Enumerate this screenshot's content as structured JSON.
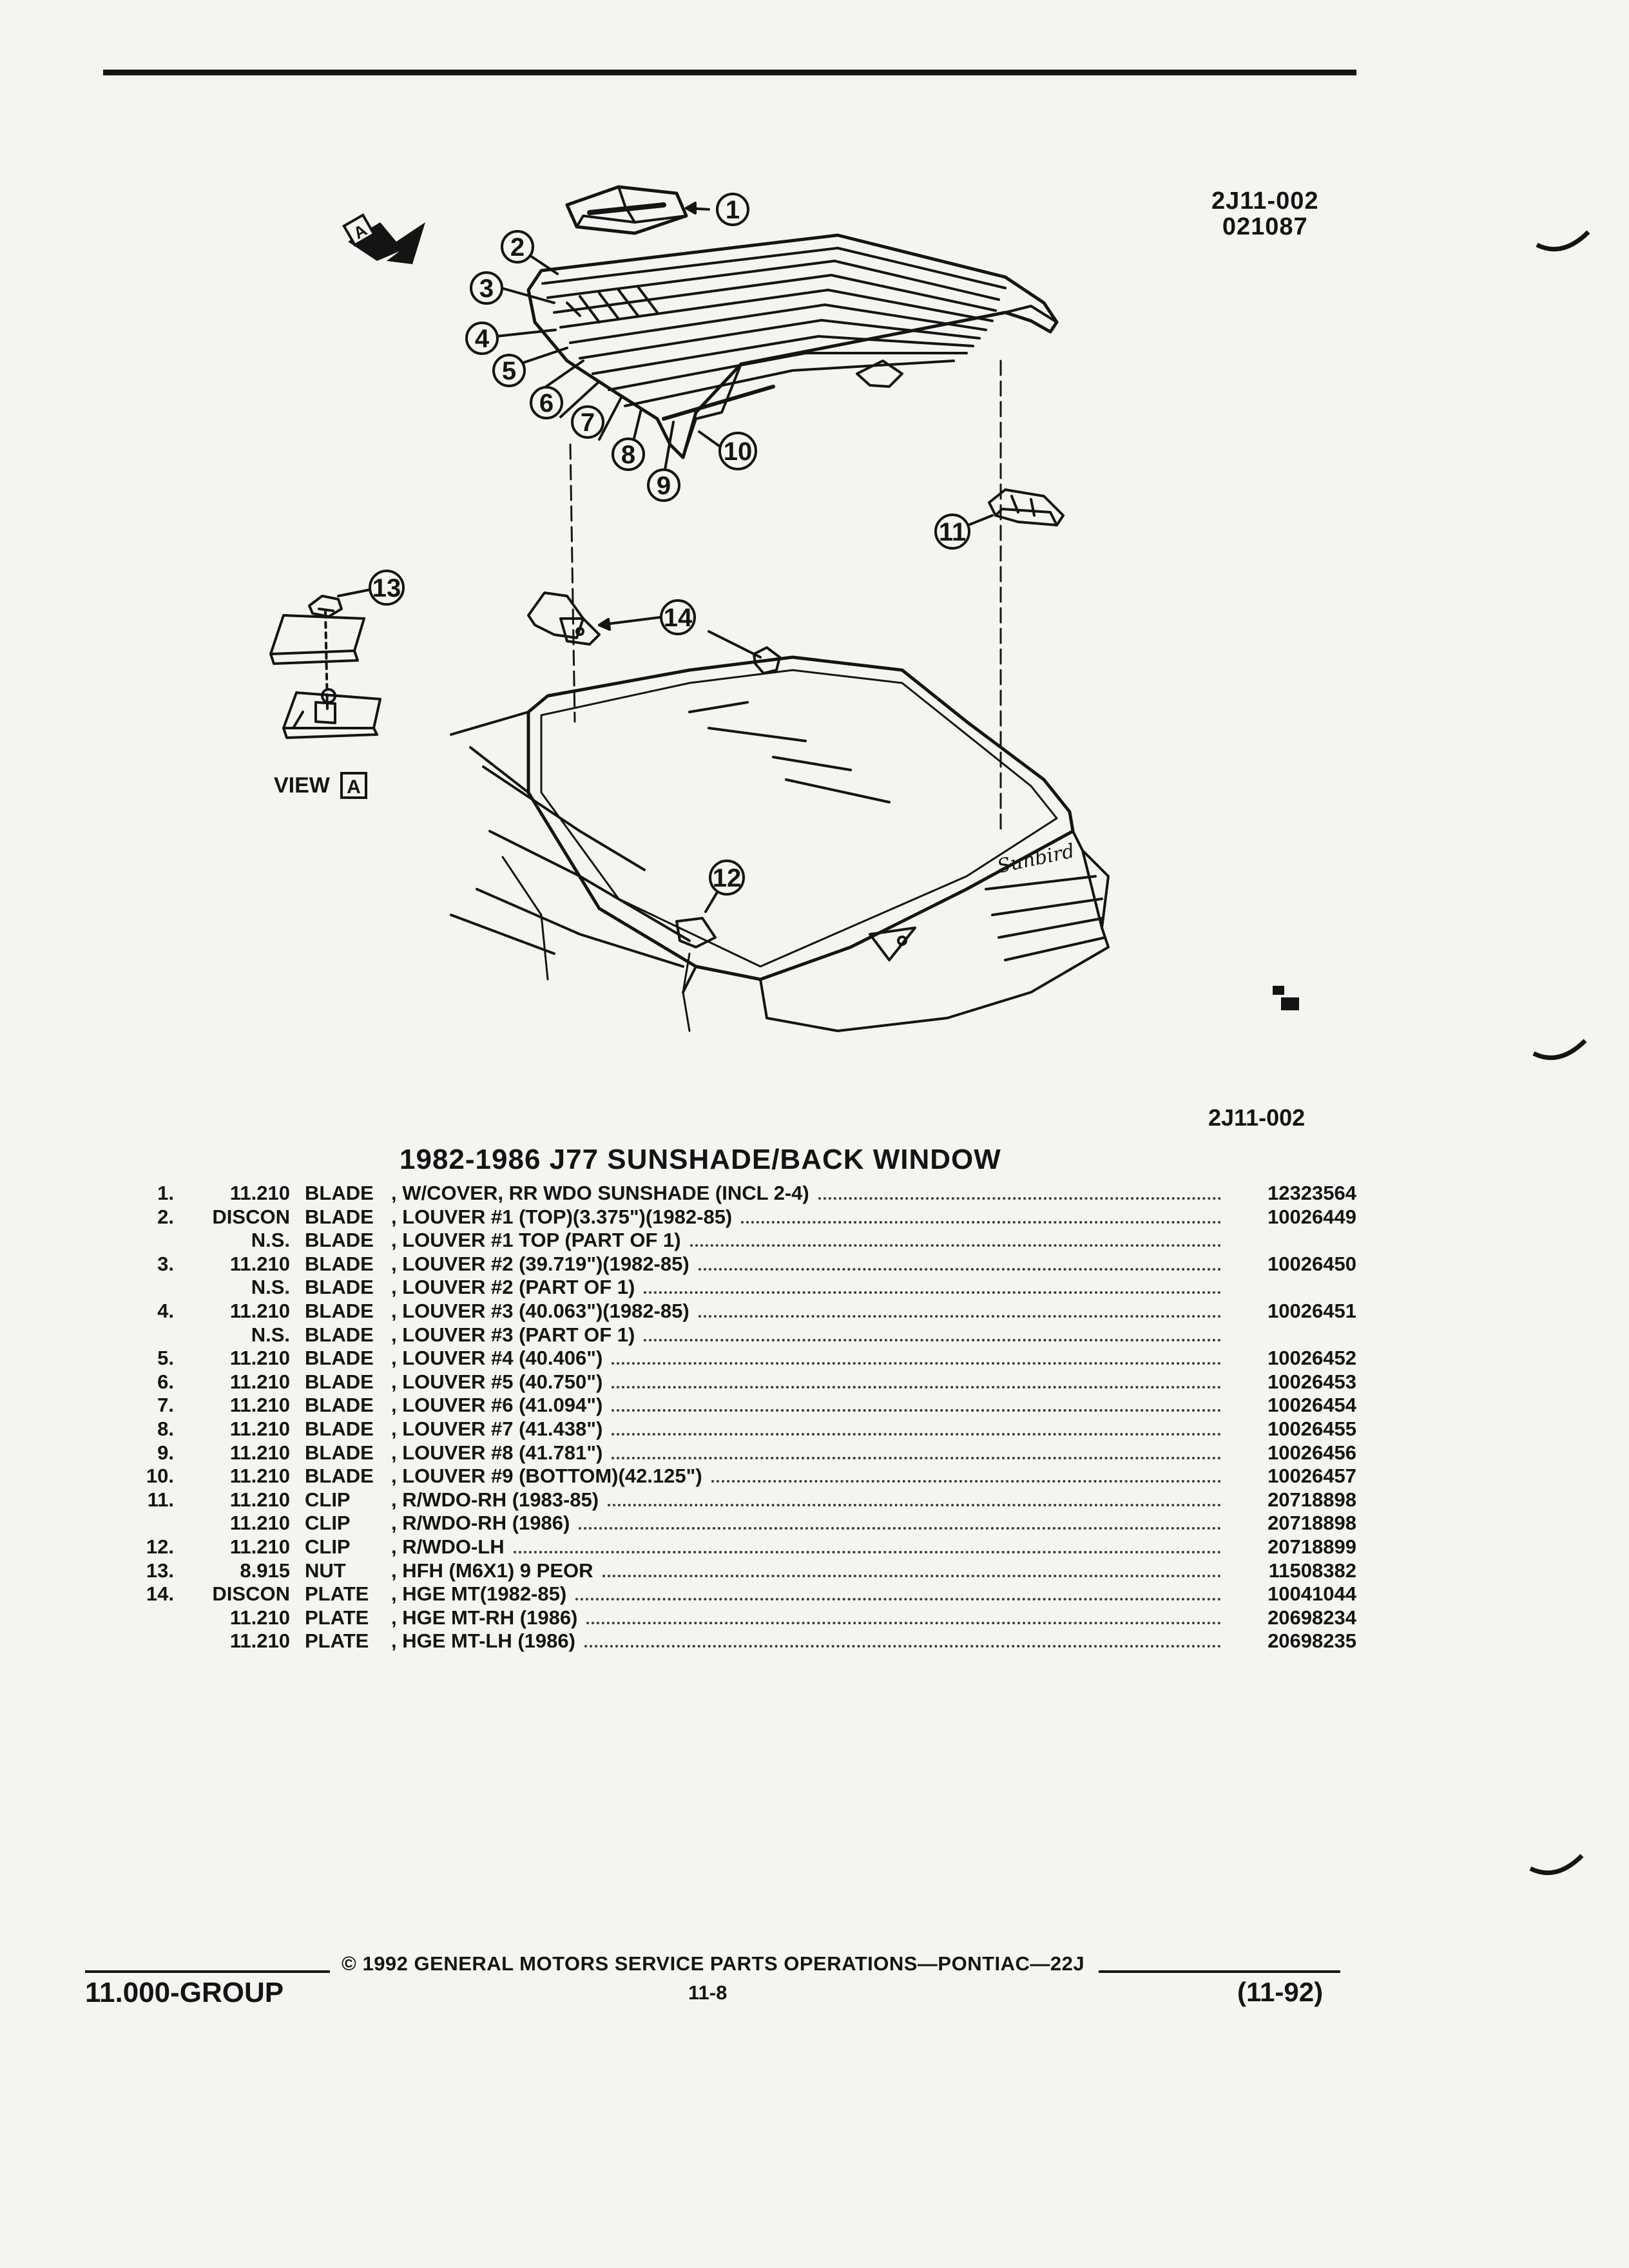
{
  "doc_code": {
    "line1": "2J11-002",
    "line2": "021087"
  },
  "diagram": {
    "view_label": "VIEW",
    "view_letter": "A",
    "arrow_letter": "A",
    "sub_code": "2J11-002",
    "emblem_text": "Sunbird",
    "callouts": [
      "1",
      "2",
      "3",
      "4",
      "5",
      "6",
      "7",
      "8",
      "9",
      "10",
      "11",
      "12",
      "13",
      "14"
    ]
  },
  "title": "1982-1986 J77 SUNSHADE/BACK WINDOW",
  "parts": [
    {
      "num": "1.",
      "group": "11.210",
      "name": "BLADE",
      "desc": ", W/COVER, RR WDO SUNSHADE (INCL 2-4)",
      "part": "12323564"
    },
    {
      "num": "2.",
      "group": "DISCON",
      "name": "BLADE",
      "desc": ", LOUVER #1 (TOP)(3.375\")(1982-85)",
      "part": "10026449"
    },
    {
      "num": "",
      "group": "N.S.",
      "name": "BLADE",
      "desc": ", LOUVER #1 TOP (PART OF 1)",
      "part": ""
    },
    {
      "num": "3.",
      "group": "11.210",
      "name": "BLADE",
      "desc": ", LOUVER #2 (39.719\")(1982-85)",
      "part": "10026450"
    },
    {
      "num": "",
      "group": "N.S.",
      "name": "BLADE",
      "desc": ", LOUVER #2 (PART OF 1)",
      "part": ""
    },
    {
      "num": "4.",
      "group": "11.210",
      "name": "BLADE",
      "desc": ", LOUVER #3 (40.063\")(1982-85)",
      "part": "10026451"
    },
    {
      "num": "",
      "group": "N.S.",
      "name": "BLADE",
      "desc": ", LOUVER #3 (PART OF 1)",
      "part": ""
    },
    {
      "num": "5.",
      "group": "11.210",
      "name": "BLADE",
      "desc": ", LOUVER #4 (40.406\")",
      "part": "10026452"
    },
    {
      "num": "6.",
      "group": "11.210",
      "name": "BLADE",
      "desc": ", LOUVER #5 (40.750\")",
      "part": "10026453"
    },
    {
      "num": "7.",
      "group": "11.210",
      "name": "BLADE",
      "desc": ", LOUVER #6 (41.094\")",
      "part": "10026454"
    },
    {
      "num": "8.",
      "group": "11.210",
      "name": "BLADE",
      "desc": ", LOUVER #7 (41.438\")",
      "part": "10026455"
    },
    {
      "num": "9.",
      "group": "11.210",
      "name": "BLADE",
      "desc": ", LOUVER #8 (41.781\")",
      "part": "10026456"
    },
    {
      "num": "10.",
      "group": "11.210",
      "name": "BLADE",
      "desc": ", LOUVER #9 (BOTTOM)(42.125\")",
      "part": "10026457"
    },
    {
      "num": "11.",
      "group": "11.210",
      "name": "CLIP",
      "desc": ", R/WDO-RH (1983-85)",
      "part": "20718898"
    },
    {
      "num": "",
      "group": "11.210",
      "name": "CLIP",
      "desc": ", R/WDO-RH (1986)",
      "part": "20718898"
    },
    {
      "num": "12.",
      "group": "11.210",
      "name": "CLIP",
      "desc": ", R/WDO-LH",
      "part": "20718899"
    },
    {
      "num": "13.",
      "group": "8.915",
      "name": "NUT",
      "desc": ", HFH (M6X1) 9 PEOR",
      "part": "11508382"
    },
    {
      "num": "14.",
      "group": "DISCON",
      "name": "PLATE",
      "desc": ", HGE MT(1982-85)",
      "part": "10041044"
    },
    {
      "num": "",
      "group": "11.210",
      "name": "PLATE",
      "desc": ", HGE MT-RH (1986)",
      "part": "20698234"
    },
    {
      "num": "",
      "group": "11.210",
      "name": "PLATE",
      "desc": ", HGE MT-LH (1986)",
      "part": "20698235"
    }
  ],
  "footer": {
    "group": "11.000-GROUP",
    "copyright": "© 1992 GENERAL MOTORS SERVICE PARTS OPERATIONS—PONTIAC—22J",
    "page": "11-8",
    "date": "(11-92)"
  }
}
